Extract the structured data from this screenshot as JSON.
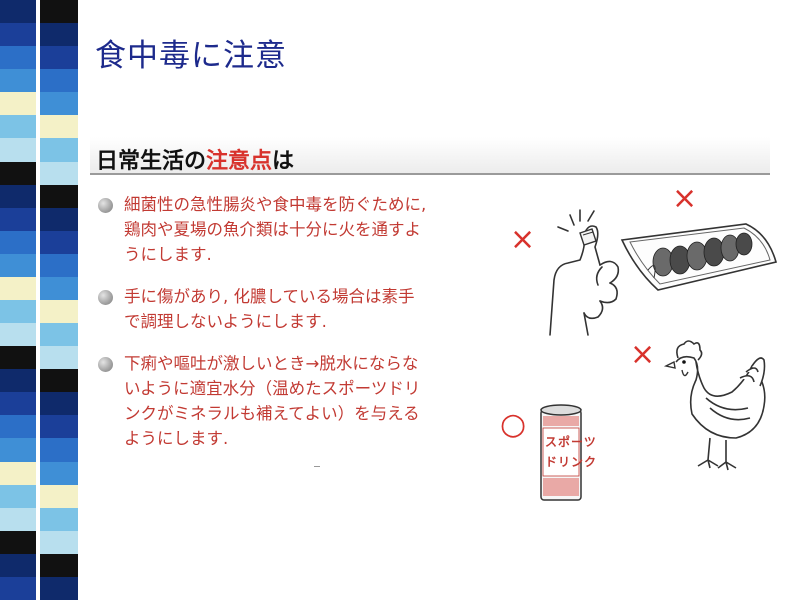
{
  "slide": {
    "title": "食中毒に注意"
  },
  "section": {
    "heading_part1": "日常生活の",
    "heading_accent": "注意点",
    "heading_part2": "は"
  },
  "bullets": [
    {
      "lines": [
        "細菌性の急性腸炎や食中毒を防ぐために,",
        "鶏肉や夏場の魚介類は十分に火を通すよ",
        "うにします."
      ]
    },
    {
      "lines": [
        "手に傷があり, 化膿している場合は素手",
        "で調理しないようにします."
      ]
    },
    {
      "lines": [
        "下痢や嘔吐が激しいとき→脱水にならな",
        "いように適宜水分（温めたスポーツドリ",
        "ンクがミネラルも補えてよい）を与える",
        "ようにします."
      ]
    }
  ],
  "marks": {
    "fish_plate": "×",
    "injured_hand": "×",
    "chicken": "×",
    "sports_drink": "○"
  },
  "can_label": {
    "line1": "スポーツ",
    "line2": "ドリンク"
  },
  "colors": {
    "title": "#1d2a8c",
    "accent": "#d8322c",
    "body_text": "#c23a33"
  },
  "icons": [
    "injured-hand-illustration",
    "sashimi-plate-illustration",
    "chicken-illustration",
    "sports-drink-can-illustration"
  ]
}
